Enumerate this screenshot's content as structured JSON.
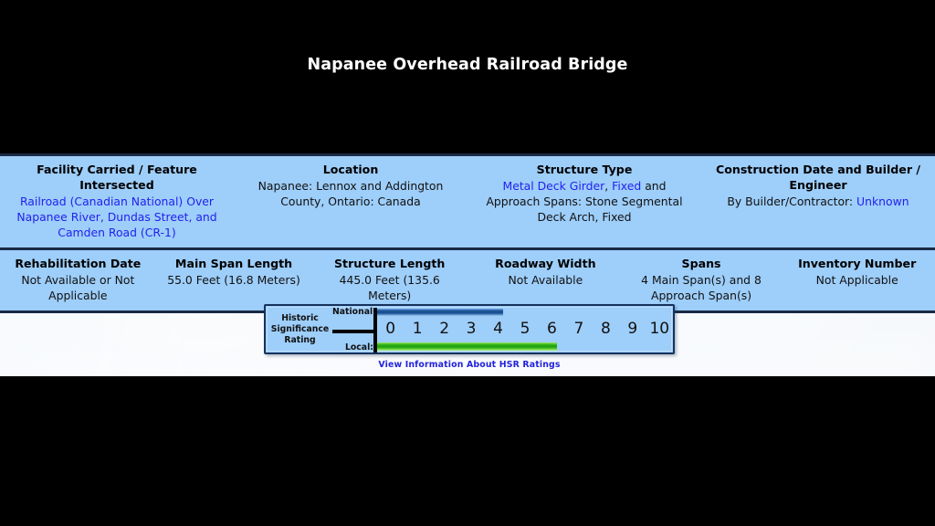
{
  "page": {
    "title": "Napanee Overhead Railroad Bridge"
  },
  "table": {
    "rows": [
      {
        "cells": [
          {
            "header": "Facility Carried / Feature Intersected",
            "value": "Railroad (Canadian National) Over Napanee River, Dundas Street, and Camden Road (CR-1)",
            "style": "link"
          },
          {
            "header": "Location",
            "value": "Napanee: Lennox and Addington County, Ontario: Canada",
            "style": "plain"
          },
          {
            "header": "Structure Type",
            "value": "Metal Deck Girder, Fixed and Approach Spans: Stone Segmental Deck Arch, Fixed",
            "style": "mixed",
            "segments": [
              {
                "text": "Metal Deck Girder",
                "link": true
              },
              {
                "text": ", ",
                "link": false
              },
              {
                "text": "Fixed",
                "link": true
              },
              {
                "text": " and Approach Spans: Stone Segmental Deck Arch, Fixed",
                "link": false
              }
            ]
          },
          {
            "header": "Construction Date and Builder / Engineer",
            "value": "By Builder/Contractor: Unknown",
            "style": "mixed",
            "segments": [
              {
                "text": "By Builder/Contractor: ",
                "link": false
              },
              {
                "text": "Unknown",
                "link": true
              }
            ]
          }
        ]
      },
      {
        "cells": [
          {
            "header": "Rehabilitation Date",
            "value": "Not Available or Not Applicable",
            "style": "plain"
          },
          {
            "header": "Main Span Length",
            "value": "55.0 Feet (16.8 Meters)",
            "style": "plain"
          },
          {
            "header": "Structure Length",
            "value": "445.0 Feet (135.6 Meters)",
            "style": "plain"
          },
          {
            "header": "Roadway Width",
            "value": "Not Available",
            "style": "plain"
          },
          {
            "header": "Spans",
            "value": "4 Main Span(s) and 8 Approach Span(s)",
            "style": "plain"
          },
          {
            "header": "Inventory Number",
            "value": "Not Applicable",
            "style": "plain"
          }
        ]
      }
    ]
  },
  "hsr": {
    "widget_label_line1": "Historic",
    "widget_label_line2": "Significance",
    "widget_label_line3": "Rating",
    "national_label": "National:",
    "local_label": "Local:",
    "scale_min": 0,
    "scale_max": 10,
    "ticks": [
      "0",
      "1",
      "2",
      "3",
      "4",
      "5",
      "6",
      "7",
      "8",
      "9",
      "10"
    ],
    "national_value": 4.2,
    "local_value": 6.2,
    "national_color": "#14467f",
    "local_color": "#1f9a0d",
    "link_text": "View Information About HSR Ratings"
  },
  "colors": {
    "table_bg": "#9ecefa",
    "table_border": "#1a2a44",
    "link": "#2222ee",
    "page_bg": "#eef2f8",
    "letterbox": "#000000",
    "title_text": "#ffffff"
  }
}
